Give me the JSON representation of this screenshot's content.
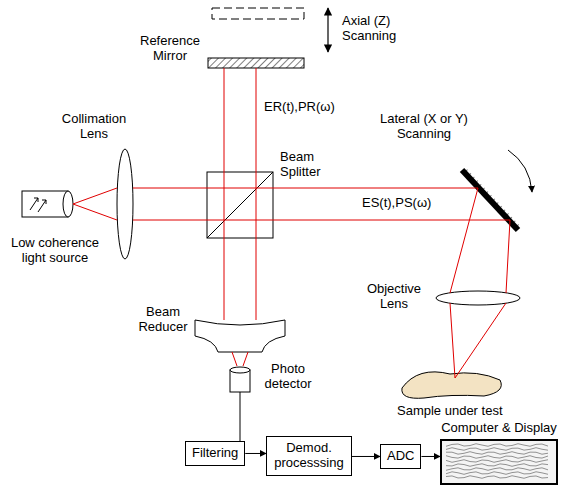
{
  "diagram": {
    "nodes": [
      {
        "text": [
          "Filtering"
        ]
      },
      {
        "text": [
          "Demod. processsing"
        ]
      },
      {
        "text": [
          "ADC"
        ]
      },
      {
        "text": [
          "Computer & Display"
        ]
      }
    ],
    "edges": [
      {
        "from": 0,
        "to": 1,
        "arrow": "to"
      },
      {
        "from": 1,
        "to": 2,
        "arrow": "to"
      },
      {
        "from": 2,
        "to": 3,
        "arrow": "to"
      }
    ],
    "labels": [
      "Axial (Z) Scanning",
      "Reference Mirror",
      "ER(t),PR(ω)",
      "Collimation Lens",
      "Beam Splitter",
      "Lateral (X or Y) Scanning",
      "ES(t),PS(ω)",
      "Low coherence light source",
      "Objective Lens",
      "Beam Reducer",
      "Photo detector",
      "Sample under test"
    ]
  }
}
